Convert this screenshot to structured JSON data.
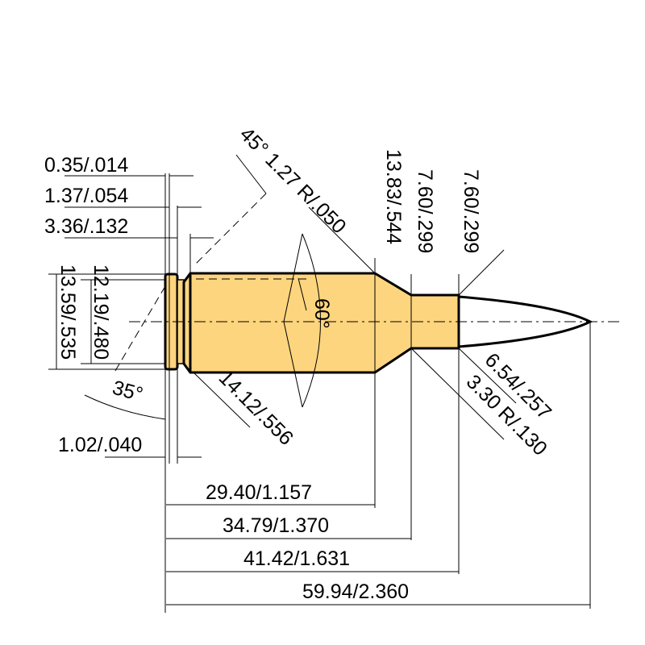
{
  "drawing": {
    "subject": "cartridge dimension drawing",
    "colors": {
      "brass": "#FDD57E",
      "outline": "#000000",
      "background": "#FFFFFF",
      "bullet": "#FFFFFF"
    },
    "units": "mm / inch"
  },
  "dimensions": {
    "rim_thickness": "0.35/.014",
    "extractor_groove_front": "1.37/.054",
    "extractor_groove_to_body": "3.36/.132",
    "rim_diameter": "13.59/.535",
    "base_diameter": "12.19/.480",
    "rim_bevel_angle": "35°",
    "rim_bevel_width": "1.02/.040",
    "groove_angle_radius": "45° 1.27 R/.050",
    "body_diameter": "14.12/.556",
    "shoulder_angle": "60°",
    "shoulder_diameter": "13.83/.544",
    "neck_diameter_rear": "7.60/.299",
    "neck_diameter_front": "7.60/.299",
    "bullet_diameter": "6.54/.257",
    "neck_radius": "3.30 R/.130",
    "length_to_shoulder": "29.40/1.157",
    "length_to_neck": "34.79/1.370",
    "case_length": "41.42/1.631",
    "overall_length": "59.94/2.360"
  }
}
